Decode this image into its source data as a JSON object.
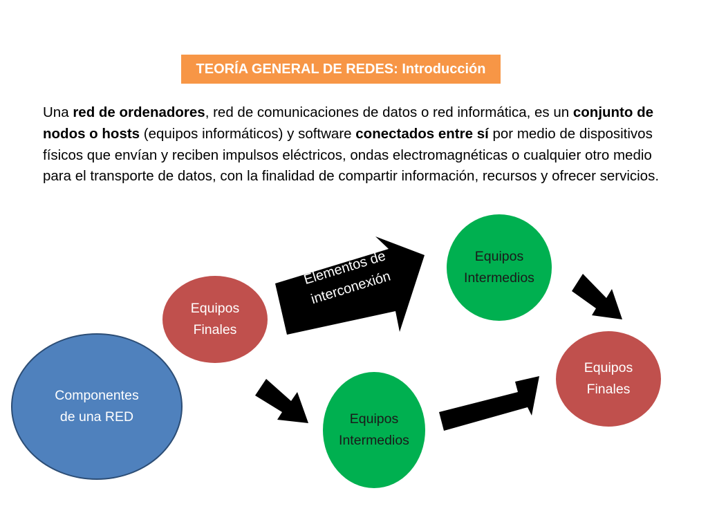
{
  "title": "TEORÍA GENERAL DE REDES: Introducción",
  "intro": {
    "p1": "Una ",
    "b1": "red de ordenadores",
    "p2": ", red de comunicaciones de datos o red informática, es un ",
    "b2": "conjunto de nodos o hosts",
    "p3": " (equipos informáticos) y software ",
    "b3": "conectados entre sí",
    "p4": " por medio de dispositivos físicos que envían y reciben impulsos eléctricos, ondas electromagnéticas o cualquier otro medio para el transporte de datos, con la finalidad de compartir información, recursos y ofrecer servicios."
  },
  "diagram": {
    "root": {
      "line1": "Componentes",
      "line2": "de una RED",
      "color": "#4f81bd"
    },
    "equipos_finales_1": {
      "line1": "Equipos",
      "line2": "Finales",
      "color": "#c0504d"
    },
    "equipos_intermedios_top": {
      "line1": "Equipos",
      "line2": "Intermedios",
      "color": "#00b050"
    },
    "equipos_intermedios_bottom": {
      "line1": "Equipos",
      "line2": "Intermedios",
      "color": "#00b050"
    },
    "equipos_finales_2": {
      "line1": "Equipos",
      "line2": "Finales",
      "color": "#c0504d"
    },
    "elementos_interconexion": {
      "line1": "Elementos de",
      "line2": "interconexión"
    }
  },
  "colors": {
    "title_bg": "#f79646",
    "arrow": "#000000"
  }
}
